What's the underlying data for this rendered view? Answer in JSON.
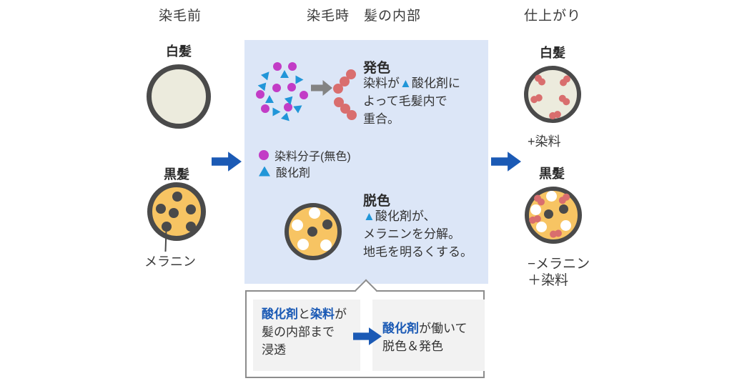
{
  "colors": {
    "accent": "#1b5ab5",
    "boxblue": "#dce6f7",
    "magenta": "#c23cc6",
    "tri": "#2196d8",
    "red": "#d96e6e",
    "orange": "#f7c463",
    "cream": "#ecebdd",
    "dark": "#4a4a4a",
    "grayarrow": "#838383",
    "panel": "#f2f2f2",
    "boxborder": "#8c8c8c",
    "text": "#333333"
  },
  "headers": {
    "before": "染毛前",
    "during": "染毛時　髪の内部",
    "after": "仕上がり"
  },
  "before": {
    "white_label": "白髪",
    "black_label": "黒髪",
    "melanin_label": "メラニン"
  },
  "inside": {
    "hassyoku_title": "発色",
    "hassyoku_line1a": "染料が",
    "hassyoku_tri": "▲",
    "hassyoku_line1b": "酸化剤に",
    "hassyoku_line2": "よって毛髪内で",
    "hassyoku_line3": "重合。",
    "legend_dye": "染料分子(無色)",
    "legend_oxidizer": "酸化剤",
    "dassyoku_title": "脱色",
    "dassyoku_tri": "▲",
    "dassyoku_line1": "酸化剤が、",
    "dassyoku_line2": "メラニンを分解。",
    "dassyoku_line3": "地毛を明るくする。"
  },
  "after": {
    "white_label": "白髪",
    "white_note": "+染料",
    "black_label": "黒髪",
    "black_note1": "−メラニン",
    "black_note2": "＋染料"
  },
  "bottom": {
    "left_l1_a": "酸化剤",
    "left_l1_b": "と",
    "left_l1_c": "染料",
    "left_l1_d": "が",
    "left_l2": "髪の内部まで",
    "left_l3": "浸透",
    "right_l1_a": "酸化剤",
    "right_l1_b": "が働いて",
    "right_l2": "脱色＆発色"
  }
}
